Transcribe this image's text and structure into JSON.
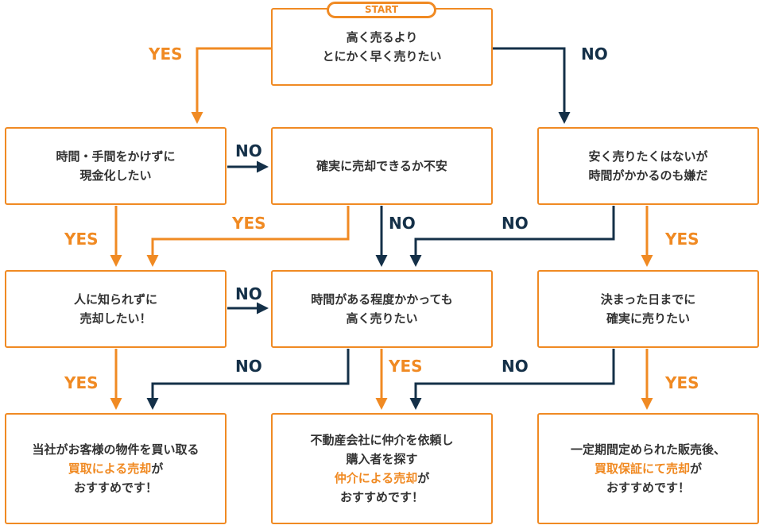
{
  "colors": {
    "accent": "#f08a23",
    "navy": "#143048",
    "text": "#333333"
  },
  "start_label": "START",
  "boxes": {
    "q1": {
      "line1": "高く売るより",
      "line2": "とにかく早く売りたい"
    },
    "q2": {
      "line1": "時間・手間をかけずに",
      "line2": "現金化したい"
    },
    "q3": {
      "line1": "確実に売却できるか不安"
    },
    "q4": {
      "line1": "安く売りたくはないが",
      "line2": "時間がかかるのも嫌だ"
    },
    "q5": {
      "line1": "人に知られずに",
      "line2": "売却したい！"
    },
    "q6": {
      "line1": "時間がある程度かかっても",
      "line2": "高く売りたい"
    },
    "q7": {
      "line1": "決まった日までに",
      "line2": "確実に売りたい"
    },
    "r1": {
      "line1": "当社がお客様の物件を買い取る",
      "highlight": "買取による売却",
      "tail": "が",
      "line3": "おすすめです！"
    },
    "r2": {
      "line1": "不動産会社に仲介を依頼し",
      "line2": "購入者を探す",
      "highlight": "仲介による売却",
      "tail": "が",
      "line4": "おすすめです！"
    },
    "r3": {
      "line1": "一定期間定められた販売後、",
      "highlight": "買取保証にて売却",
      "tail": "が",
      "line3": "おすすめです！"
    }
  },
  "labels": {
    "yes_q1": "YES",
    "no_q1": "NO",
    "no_q2": "NO",
    "yes_q2": "YES",
    "yes_q3": "YES",
    "no_q3": "NO",
    "no_q4": "NO",
    "yes_q4": "YES",
    "no_q5": "NO",
    "yes_q5": "YES",
    "no_q6": "NO",
    "yes_q6": "YES",
    "no_q7": "NO",
    "yes_q7": "YES"
  }
}
